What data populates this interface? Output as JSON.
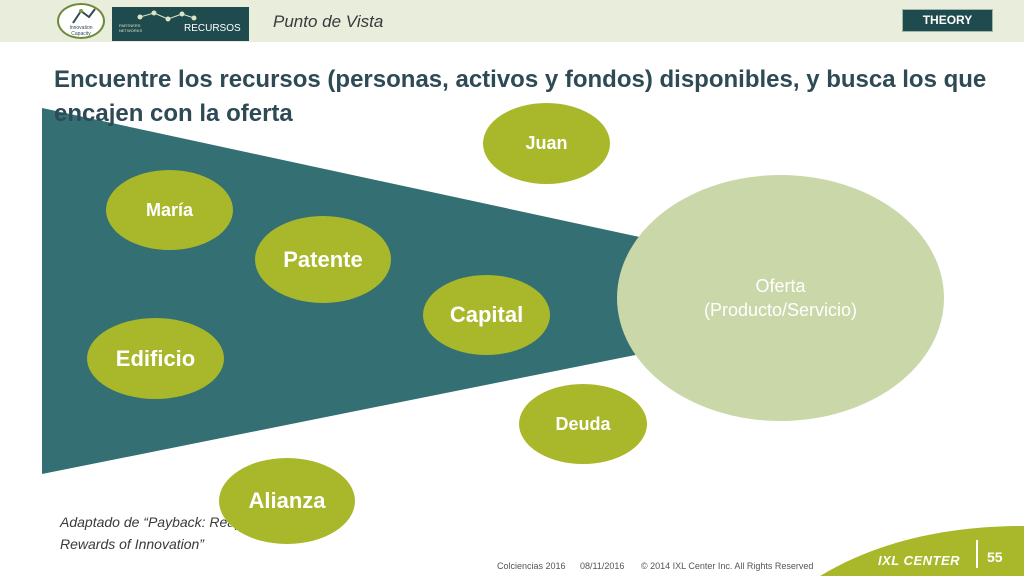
{
  "header": {
    "logo1_line1": "Innovation",
    "logo1_line2": "Capacity",
    "logo2_line1": "PARTNERS",
    "logo2_line2": "NETWORKS",
    "logo2_label": "RECURSOS",
    "section": "Punto de Vista",
    "badge": "THEORY"
  },
  "title": "Encuentre los recursos (personas, activos y fondos) disponibles, y busca los que encajen con la oferta",
  "resources": {
    "juan": "Juan",
    "maria": "María",
    "patente": "Patente",
    "capital": "Capital",
    "edificio": "Edificio",
    "deuda": "Deuda",
    "alianza": "Alianza"
  },
  "offer": {
    "line1": "Oferta",
    "line2": "(Producto/Servicio)"
  },
  "citation": {
    "line1": "Adaptado de “Payback: Reaping the",
    "line2": "Rewards of Innovation”"
  },
  "footer": {
    "org": "Colciencias 2016",
    "date": "08/11/2016",
    "copyright": "© 2014 IXL Center Inc. All Rights Reserved",
    "brand": "IXL CENTER",
    "page": "55"
  },
  "colors": {
    "funnel": "#336f73",
    "oval": "#a8b82a",
    "offer": "#cad7a8",
    "title": "#2d4a55",
    "corner": "#a8b82a"
  }
}
